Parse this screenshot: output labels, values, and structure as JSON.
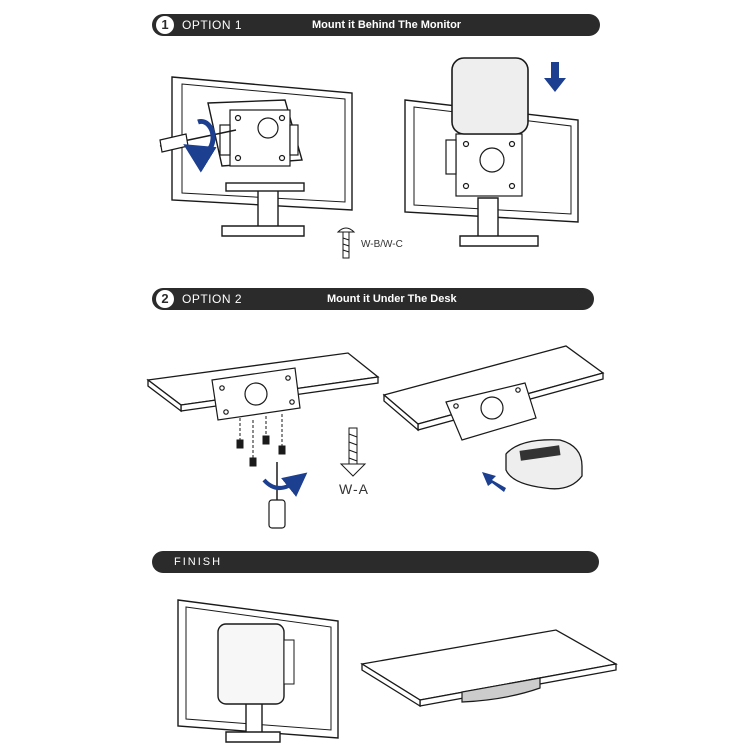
{
  "sections": [
    {
      "number": "1",
      "option_label": "OPTION 1",
      "title": "Mount it Behind The Monitor"
    },
    {
      "number": "2",
      "option_label": "OPTION 2",
      "title": "Mount it Under The Desk"
    },
    {
      "option_label": "FINISH"
    }
  ],
  "screw_labels": {
    "monitor_screw": "W-B/W-C",
    "desk_screw": "W-A"
  },
  "colors": {
    "banner": "#2b2b2b",
    "arrow": "#1d3f8f",
    "line": "#1a1a1a"
  }
}
